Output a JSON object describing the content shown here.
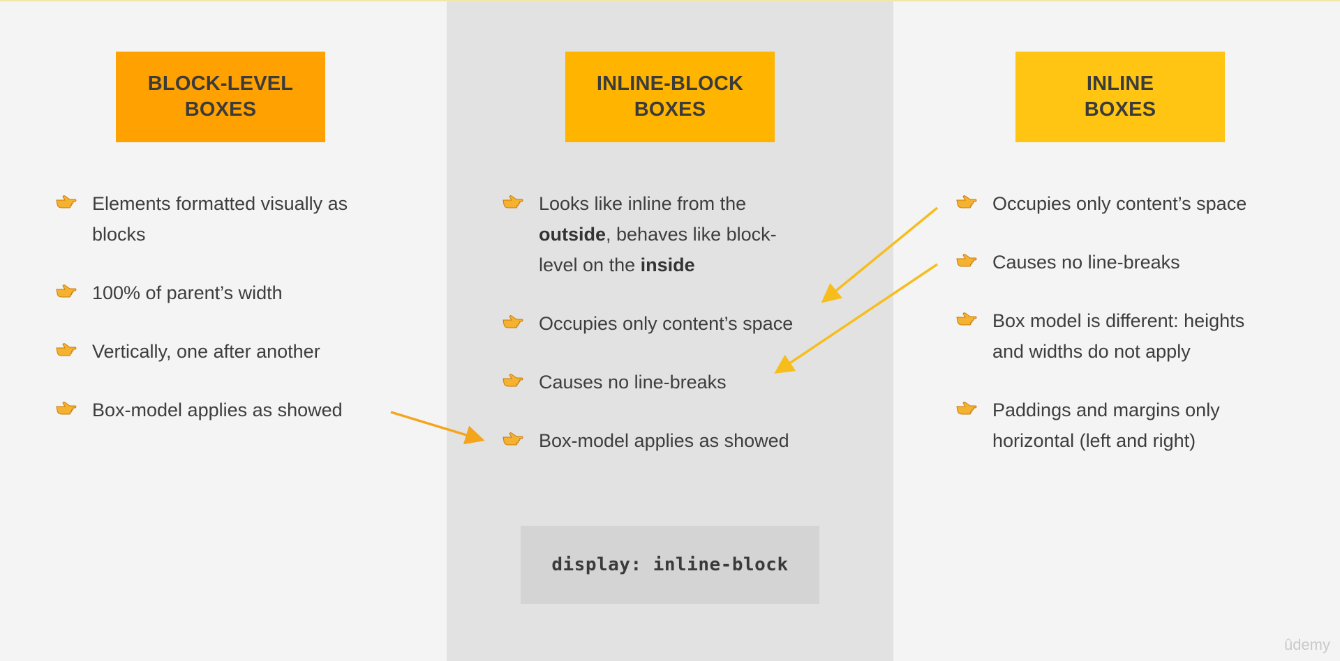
{
  "columns": [
    {
      "title_line1": "BLOCK-LEVEL",
      "title_line2": "BOXES",
      "items": [
        {
          "text1": "Elements formatted visually as",
          "text2": "blocks"
        },
        {
          "text1": "100% of parent’s width"
        },
        {
          "text1": "Vertically, one after another"
        },
        {
          "text1": "Box-model applies as showed"
        }
      ]
    },
    {
      "title_line1": "INLINE-BLOCK",
      "title_line2": "BOXES",
      "items": [
        {
          "a": "Looks like inline from the",
          "b_bold": "outside",
          "c": ", behaves like block-",
          "d": "level on the ",
          "e_bold": "inside"
        },
        {
          "text1": "Occupies only content’s space"
        },
        {
          "text1": "Causes no line-breaks"
        },
        {
          "text1": "Box-model applies as showed"
        }
      ],
      "code": "display: inline-block"
    },
    {
      "title_line1": "INLINE",
      "title_line2": "BOXES",
      "items": [
        {
          "text1": "Occupies only content’s space"
        },
        {
          "text1": "Causes no line-breaks"
        },
        {
          "text1": "Box model is different: heights",
          "text2": "and widths do not apply"
        },
        {
          "text1": "Paddings and margins only",
          "text2": "horizontal (left and right)"
        }
      ]
    }
  ],
  "icons": {
    "bullet": "pointing-hand-icon"
  },
  "colors": {
    "block_title": "#ffa100",
    "inline_block_title": "#ffb400",
    "inline_title": "#ffc512",
    "middle_column_bg": "#e2e2e2",
    "arrow_orange": "#f5a51c",
    "arrow_yellow": "#f6bd1d"
  },
  "watermark": "ûdemy"
}
